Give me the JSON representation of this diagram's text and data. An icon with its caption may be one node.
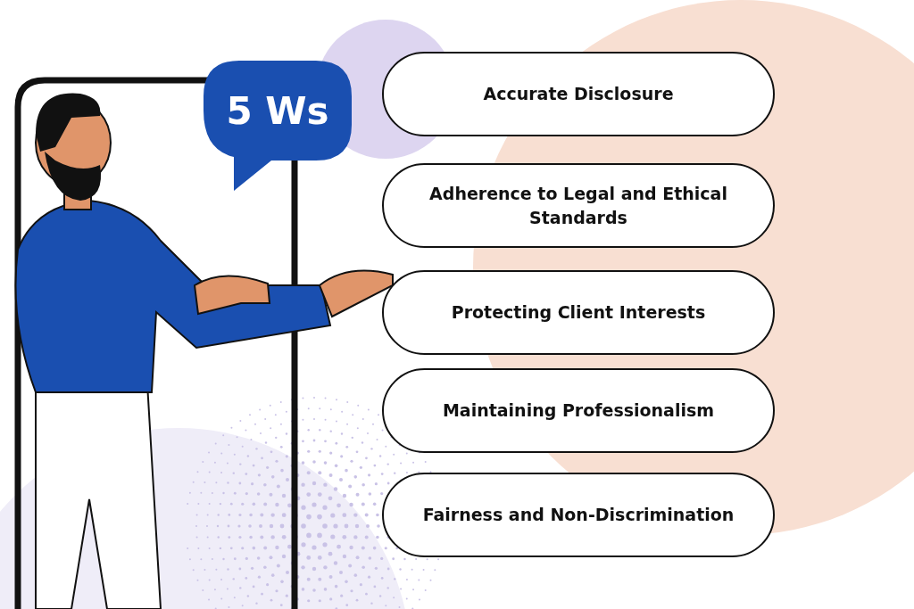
{
  "diagram": {
    "nodes": [
      {
        "text": [
          "5 Ws"
        ]
      },
      {
        "text": [
          "Accurate Disclosure"
        ]
      },
      {
        "text": [
          "Adherence to Legal and Ethical Standards"
        ]
      },
      {
        "text": [
          "Protecting Client Interests"
        ]
      },
      {
        "text": [
          "Maintaining Professionalism"
        ]
      },
      {
        "text": [
          "Fairness and Non-Discrimination"
        ]
      }
    ]
  }
}
